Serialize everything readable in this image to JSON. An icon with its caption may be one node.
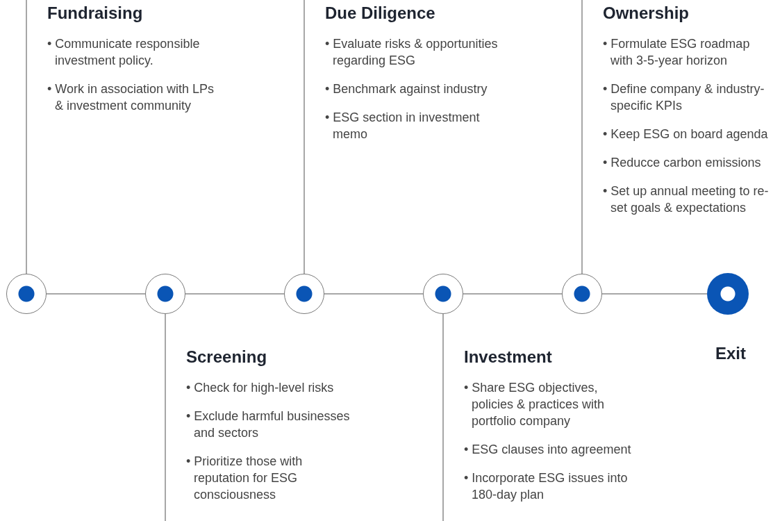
{
  "diagram": {
    "nodes": [
      {
        "text": [
          "Fundraising",
          "• Communicate responsible investment policy.",
          "• Work in association with LPs & investment community"
        ]
      },
      {
        "text": [
          "Due Diligence",
          "• Evaluate risks & opportunities regarding ESG",
          "• Benchmark against industry",
          "• ESG section in investment memo"
        ]
      },
      {
        "text": [
          "Ownership",
          "• Formulate ESG roadmap with 3-5-year horizon",
          "• Define company & industry-specific KPIs",
          "• Keep ESG on board agenda",
          "• Reducce carbon emissions",
          "• Set up annual meeting to re-set goals & expectations"
        ]
      },
      {
        "text": [],
        "shape": "circle"
      },
      {
        "text": [],
        "shape": "circle"
      },
      {
        "text": [],
        "shape": "circle"
      },
      {
        "text": [],
        "shape": "circle"
      },
      {
        "text": [],
        "shape": "circle"
      },
      {
        "text": [],
        "shape": "circle"
      },
      {
        "text": [
          "Screening",
          "• Check for high-level risks",
          "• Exclude harmful businesses and sectors",
          "• Prioritize those with reputation for ESG consciousness"
        ]
      },
      {
        "text": [
          "Investment",
          "• Share ESG objectives, policies & practices with portfolio company",
          "• ESG clauses into agreement",
          "• Incorporate ESG issues into 180-day plan"
        ]
      },
      {
        "text": [
          "Exit"
        ]
      }
    ],
    "edges": [
      {
        "from": 3,
        "to": 4,
        "arrow": "none"
      },
      {
        "from": 4,
        "to": 5,
        "arrow": "none"
      },
      {
        "from": 5,
        "to": 6,
        "arrow": "none"
      },
      {
        "from": 6,
        "to": 7,
        "arrow": "none"
      },
      {
        "from": 7,
        "to": 8,
        "arrow": "none"
      },
      {
        "from": 0,
        "to": 3,
        "arrow": "none"
      },
      {
        "from": 9,
        "to": 4,
        "arrow": "none"
      },
      {
        "from": 1,
        "to": 5,
        "arrow": "none"
      },
      {
        "from": 10,
        "to": 6,
        "arrow": "none"
      },
      {
        "from": 2,
        "to": 7,
        "arrow": "none"
      }
    ]
  }
}
